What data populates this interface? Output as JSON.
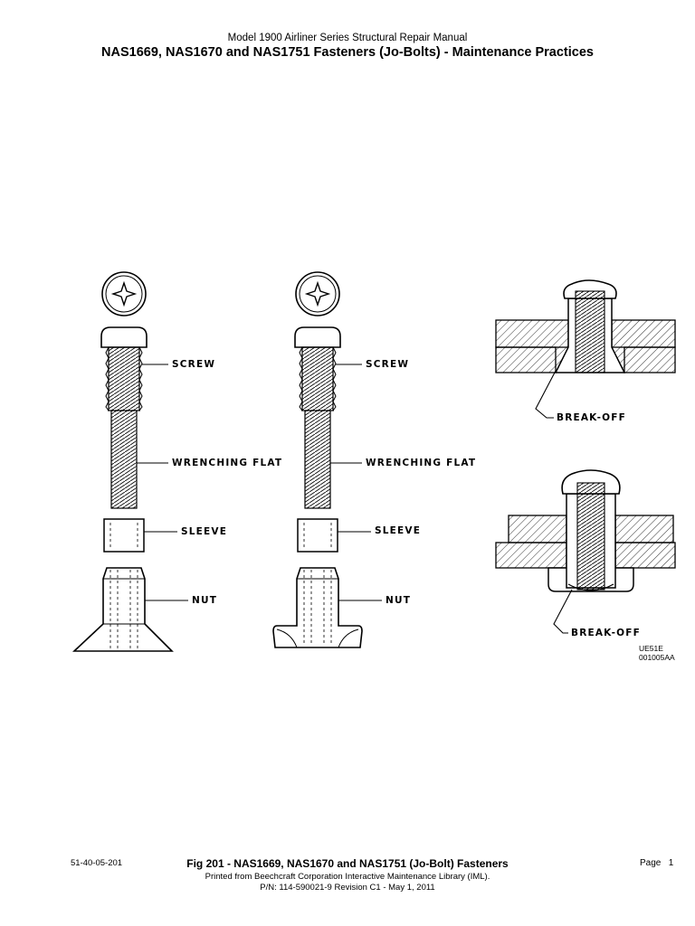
{
  "header": {
    "manual_title": "Model 1900 Airliner Series Structural Repair Manual",
    "page_title": "NAS1669, NAS1670 and NAS1751 Fasteners (Jo-Bolts) - Maintenance Practices"
  },
  "figure": {
    "callouts": {
      "screw": "SCREW",
      "wrenching_flat": "WRENCHING FLAT",
      "sleeve": "SLEEVE",
      "nut": "NUT",
      "break_off": "BREAK-OFF"
    },
    "ref_codes": [
      "UE51E",
      "001005AA"
    ]
  },
  "footer": {
    "doc_number": "51-40-05-201",
    "caption": "Fig 201 - NAS1669, NAS1670 and NAS1751 (Jo-Bolt) Fasteners",
    "page_label": "Page",
    "page_number": "1",
    "printed_from": "Printed from Beechcraft Corporation Interactive Maintenance Library (IML).",
    "part_number": "P/N: 114-590021-9 Revision C1 - May 1, 2011"
  }
}
